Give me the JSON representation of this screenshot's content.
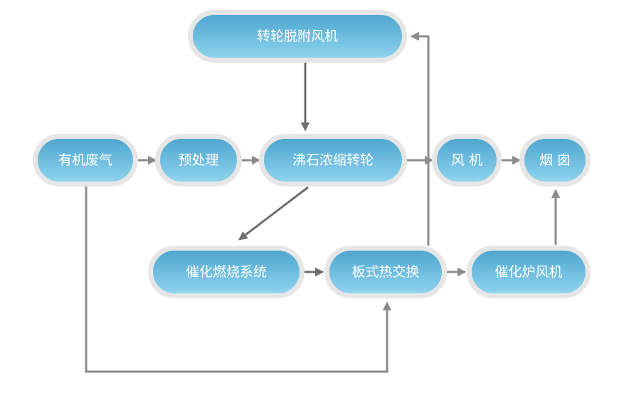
{
  "nodes": {
    "wheel_desorption_fan": "转轮脱附风机",
    "organic_waste_gas": "有机废气",
    "pretreatment": "预处理",
    "zeolite_wheel": "沸石浓缩转轮",
    "fan": "风 机",
    "chimney": "烟 囱",
    "catalytic_combustion": "催化燃烧系统",
    "plate_heat_exchange": "板式热交换",
    "catalytic_furnace_fan": "催化炉风机"
  },
  "colors": {
    "node_top": "#4ea6cf",
    "node_bottom": "#8fd3ef",
    "node_ring": "#e6e6e6",
    "connector": "#8c8c8c",
    "connector_dark": "#6e6e6e",
    "label": "#ffffff"
  }
}
